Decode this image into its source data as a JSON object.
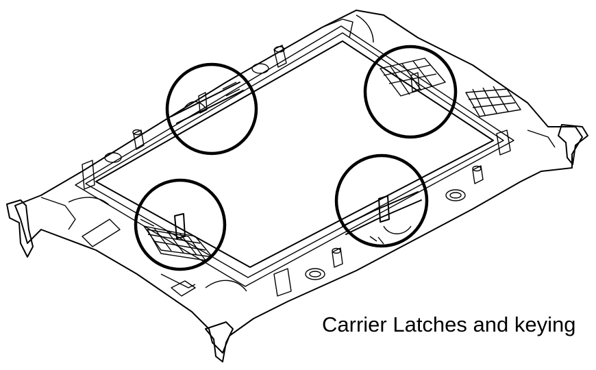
{
  "diagram": {
    "caption": "Carrier Latches and keying",
    "callouts": [
      {
        "id": "top-left-latch"
      },
      {
        "id": "top-right-keying"
      },
      {
        "id": "bottom-left-keying"
      },
      {
        "id": "bottom-right-latch"
      }
    ]
  }
}
